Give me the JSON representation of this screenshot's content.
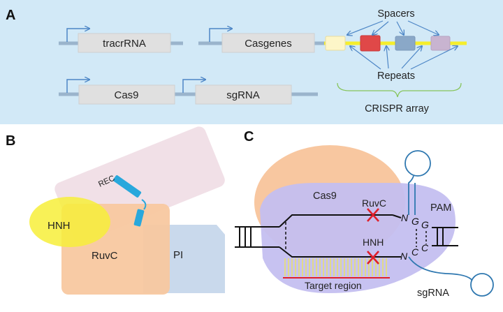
{
  "panels": {
    "a": {
      "label": "A",
      "genes": [
        "tracrRNA",
        "Casgenes",
        "Cas9",
        "sgRNA"
      ],
      "spacers_label": "Spacers",
      "repeats_label": "Repeats",
      "array_label": "CRISPR array",
      "array_block_colors": [
        "#fdf6c8",
        "#e04848",
        "#8aa8c8",
        "#c8b4d0"
      ]
    },
    "b": {
      "label": "B",
      "domains": {
        "rec": "REC",
        "hnh": "HNH",
        "ruvc": "RuvC",
        "pi": "PI"
      }
    },
    "c": {
      "label": "C",
      "cas9": "Cas9",
      "ruvc": "RuvC",
      "hnh": "HNH",
      "pam": "PAM",
      "target_region": "Target region",
      "sgrna": "sgRNA",
      "pam_top": [
        "N",
        "G",
        "G"
      ],
      "pam_bottom": [
        "N",
        "C",
        "C"
      ]
    }
  },
  "colors": {
    "panel_a_bg": "#d2e9f7",
    "arrow_blue": "#4d86c6",
    "track": "#9ab4cc",
    "gene_box": "#e0e0e0",
    "yellow_line": "#f5ee2c",
    "rec": "#efdde4",
    "hnh": "#f7ef3a",
    "ruvc": "#f8c8a0",
    "pi": "#c9d9ec",
    "cas9_orange": "#f8c7a0",
    "cas9_purple": "#c4bff0",
    "cut_red": "#e0202a"
  }
}
